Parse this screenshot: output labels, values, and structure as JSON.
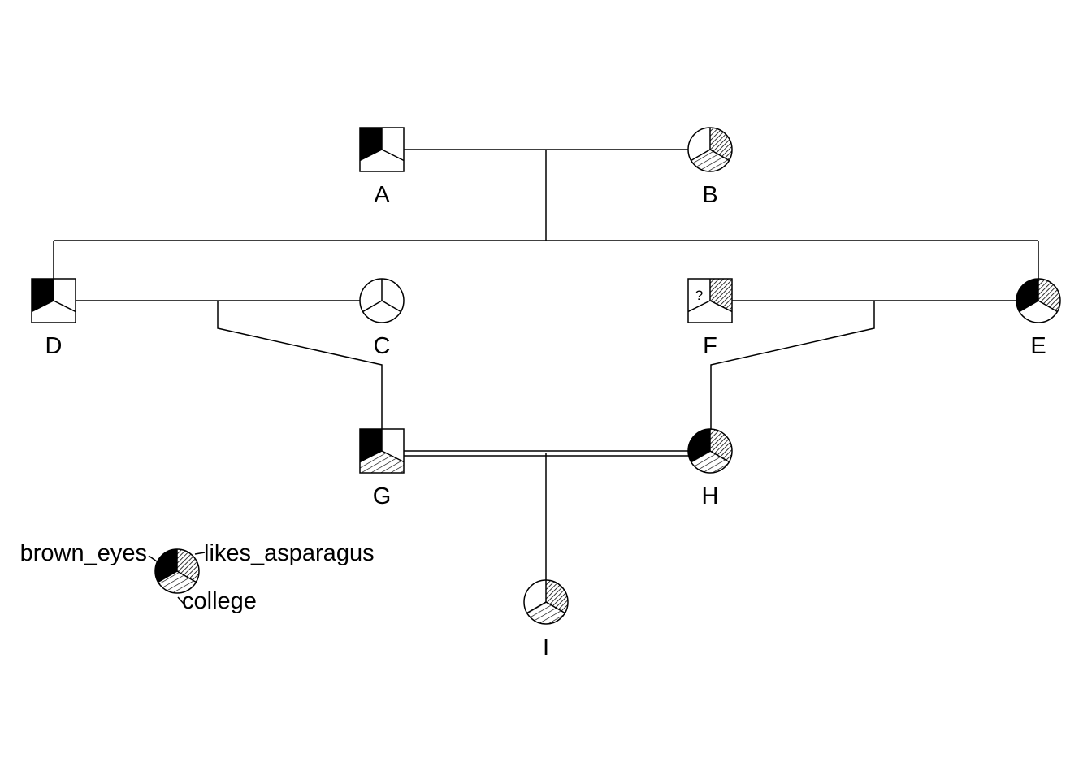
{
  "traits": {
    "brown_eyes": "brown_eyes",
    "likes_asparagus": "likes_asparagus",
    "college": "college"
  },
  "individuals": [
    {
      "id": "A",
      "label": "A",
      "sex": "male",
      "brown_eyes": "affected",
      "likes_asparagus": "unaffected",
      "college": "unaffected"
    },
    {
      "id": "B",
      "label": "B",
      "sex": "female",
      "brown_eyes": "unaffected",
      "likes_asparagus": "affected",
      "college": "affected"
    },
    {
      "id": "D",
      "label": "D",
      "sex": "male",
      "brown_eyes": "affected",
      "likes_asparagus": "unaffected",
      "college": "unaffected"
    },
    {
      "id": "C",
      "label": "C",
      "sex": "female",
      "brown_eyes": "unaffected",
      "likes_asparagus": "unaffected",
      "college": "unaffected"
    },
    {
      "id": "F",
      "label": "F",
      "sex": "male",
      "brown_eyes": "unknown",
      "likes_asparagus": "affected",
      "college": "unaffected"
    },
    {
      "id": "E",
      "label": "E",
      "sex": "female",
      "brown_eyes": "affected",
      "likes_asparagus": "affected",
      "college": "unaffected"
    },
    {
      "id": "G",
      "label": "G",
      "sex": "male",
      "brown_eyes": "affected",
      "likes_asparagus": "unaffected",
      "college": "affected"
    },
    {
      "id": "H",
      "label": "H",
      "sex": "female",
      "brown_eyes": "affected",
      "likes_asparagus": "affected",
      "college": "affected"
    },
    {
      "id": "I",
      "label": "I",
      "sex": "female",
      "brown_eyes": "unaffected",
      "likes_asparagus": "affected",
      "college": "affected"
    }
  ],
  "relationships": [
    {
      "partners": [
        "A",
        "B"
      ],
      "consanguineous": false,
      "children": [
        "D",
        "E"
      ]
    },
    {
      "partners": [
        "D",
        "C"
      ],
      "consanguineous": false,
      "children": [
        "G"
      ]
    },
    {
      "partners": [
        "F",
        "E"
      ],
      "consanguineous": false,
      "children": [
        "H"
      ]
    },
    {
      "partners": [
        "G",
        "H"
      ],
      "consanguineous": true,
      "children": [
        "I"
      ]
    }
  ],
  "unknown_marker": "?",
  "legend": {
    "labels": {
      "brown_eyes": "brown_eyes",
      "likes_asparagus": "likes_asparagus",
      "college": "college"
    }
  }
}
